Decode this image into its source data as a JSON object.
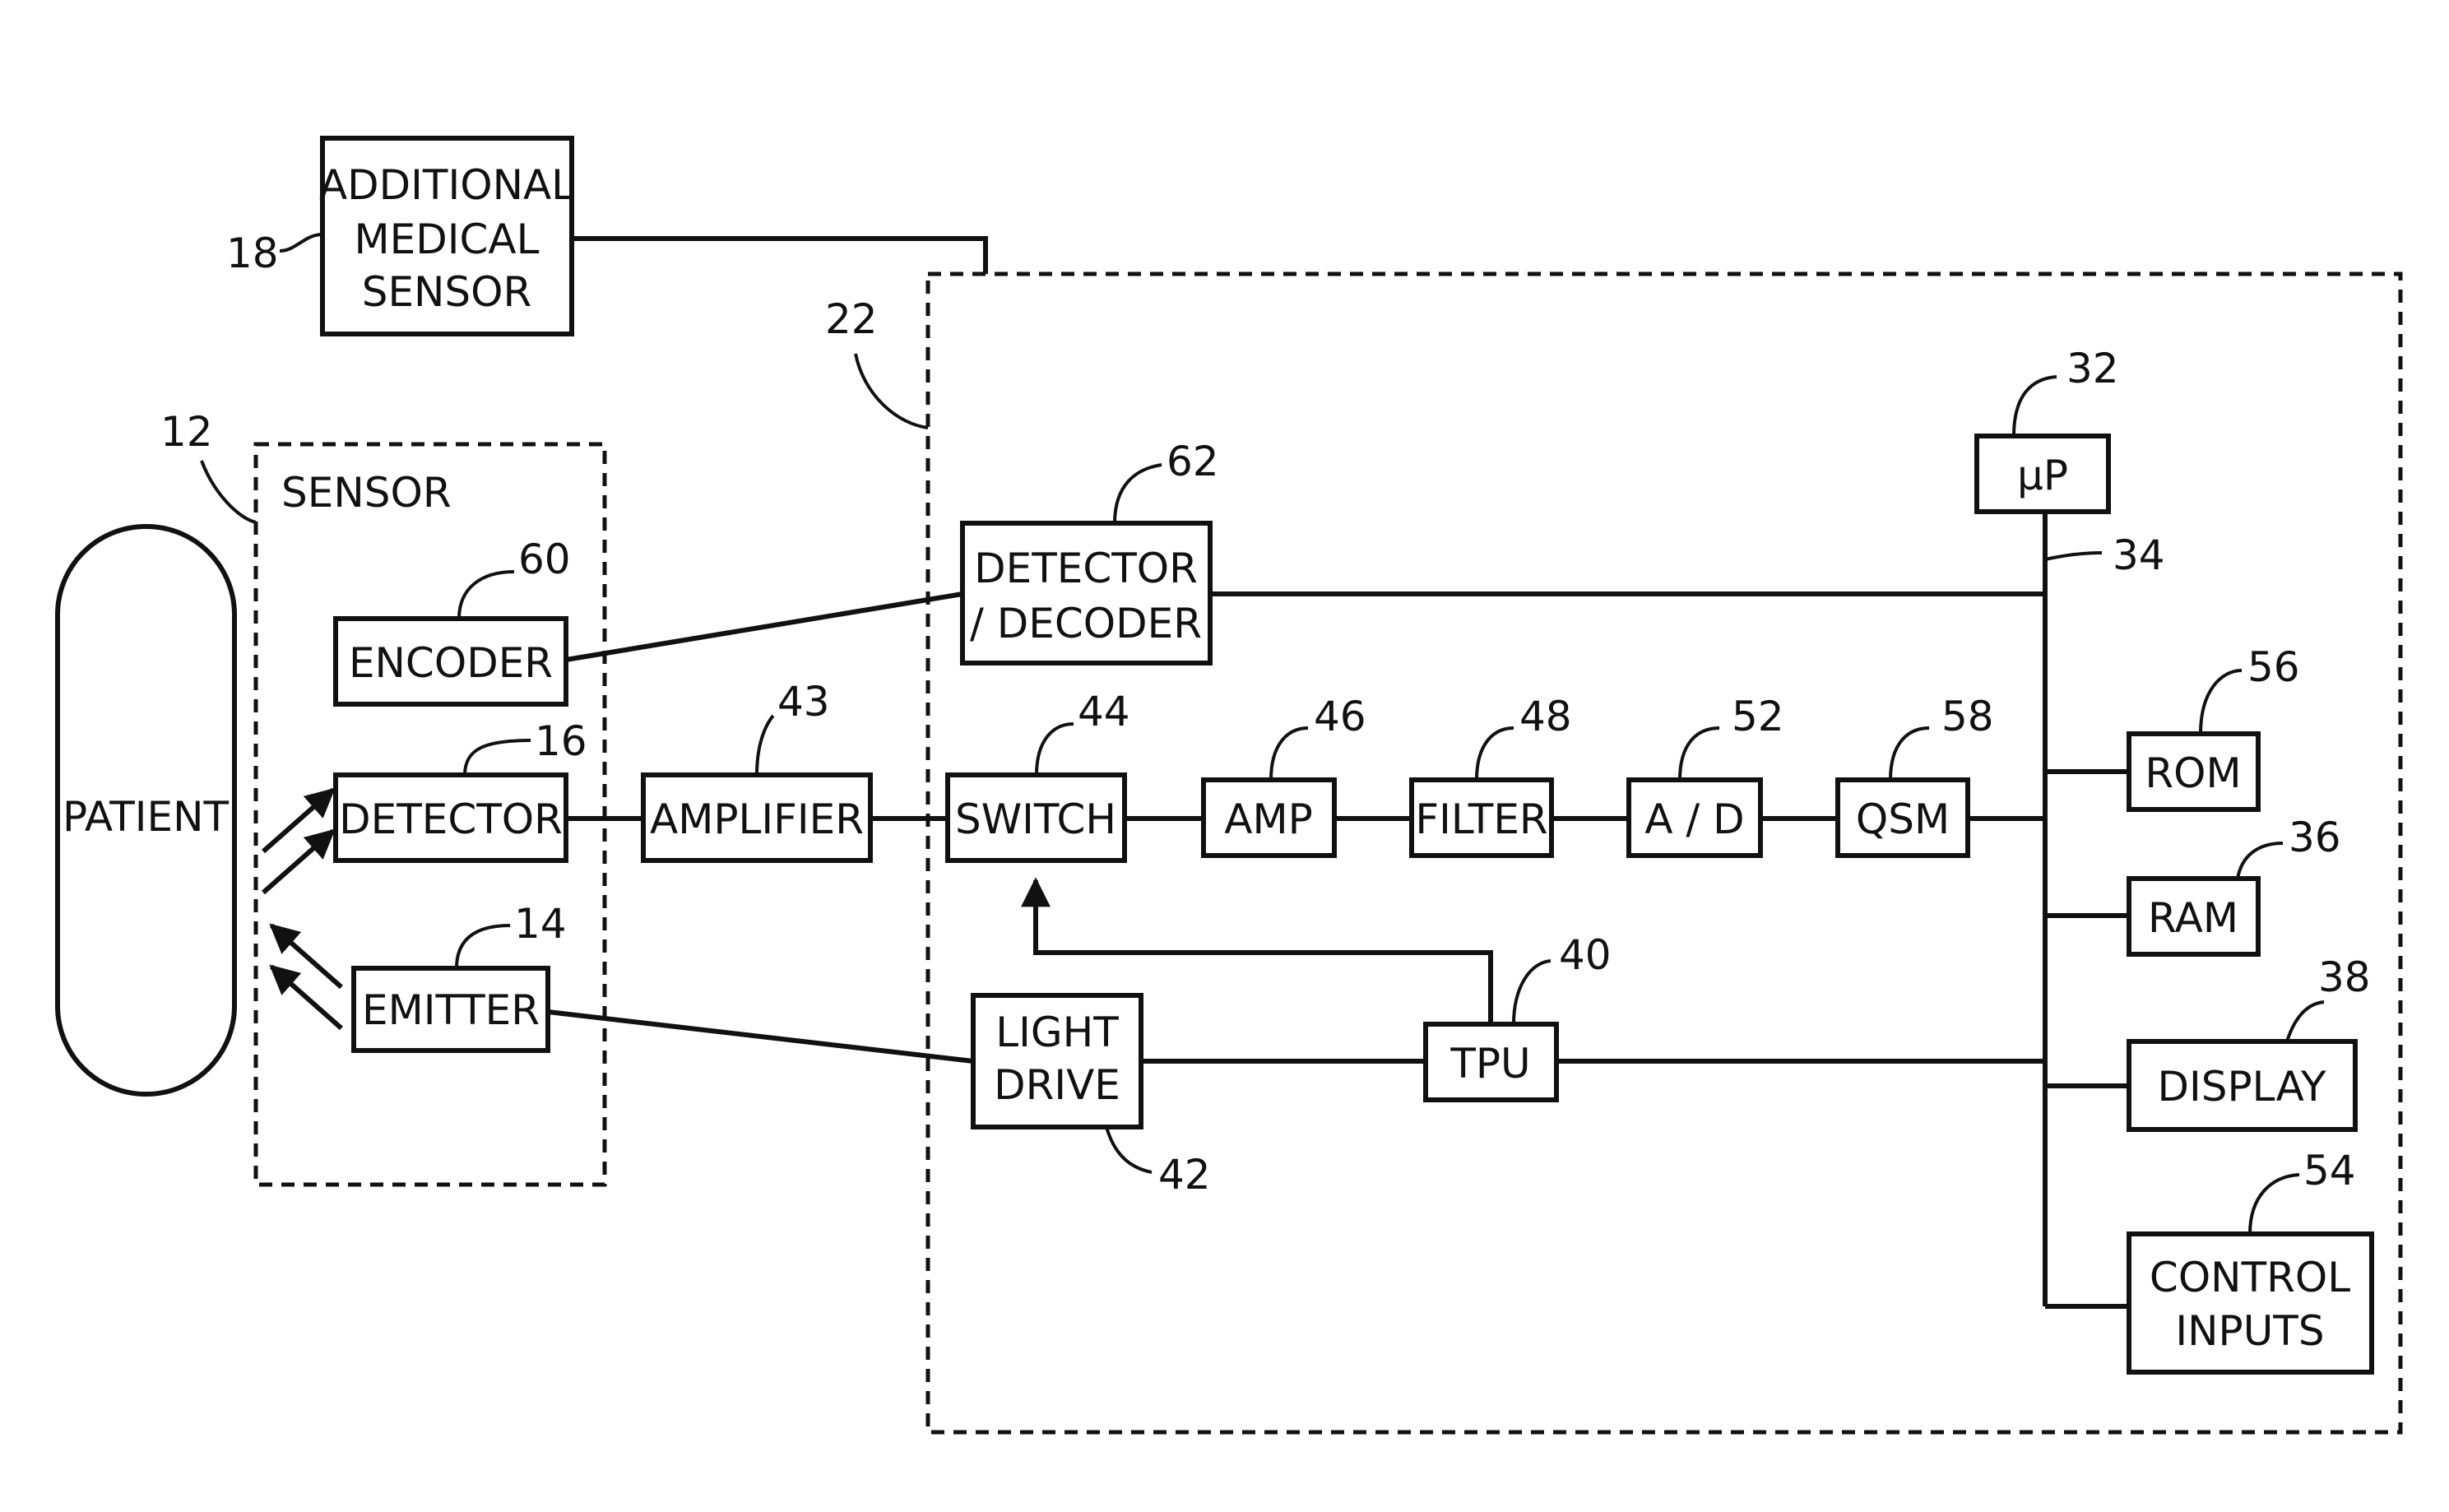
{
  "blocks": {
    "additional_medical_sensor": [
      "ADDITIONAL",
      "MEDICAL",
      "SENSOR"
    ],
    "sensor": "SENSOR",
    "patient": "PATIENT",
    "encoder": "ENCODER",
    "detector": "DETECTOR",
    "emitter": "EMITTER",
    "amplifier": "AMPLIFIER",
    "detector_decoder": [
      "DETECTOR",
      "/ DECODER"
    ],
    "switch": "SWITCH",
    "amp": "AMP",
    "filter": "FILTER",
    "ad": "A / D",
    "qsm": "QSM",
    "light_drive": [
      "LIGHT",
      "DRIVE"
    ],
    "tpu": "TPU",
    "microprocessor": "μP",
    "rom": "ROM",
    "ram": "RAM",
    "display": "DISPLAY",
    "control_inputs": [
      "CONTROL",
      "INPUTS"
    ]
  },
  "refs": {
    "additional_medical_sensor": "18",
    "sensor": "12",
    "monitor": "22",
    "encoder": "60",
    "detector": "16",
    "emitter": "14",
    "amplifier": "43",
    "detector_decoder": "62",
    "switch": "44",
    "amp": "46",
    "filter": "48",
    "ad": "52",
    "qsm": "58",
    "light_drive": "42",
    "tpu": "40",
    "microprocessor": "32",
    "bus": "34",
    "rom": "56",
    "ram": "36",
    "display": "38",
    "control_inputs": "54"
  }
}
